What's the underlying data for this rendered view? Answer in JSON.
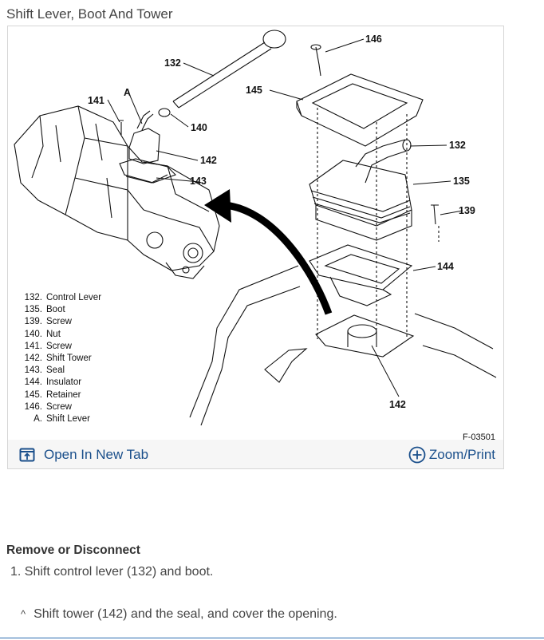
{
  "page": {
    "title": "Shift Lever, Boot And Tower"
  },
  "figure": {
    "callouts": {
      "c132_left": "132",
      "c141": "141",
      "cA": "A",
      "c140": "140",
      "c142_left": "142",
      "c143": "143",
      "c145": "145",
      "c146": "146",
      "c132_right": "132",
      "c135": "135",
      "c139": "139",
      "c144": "144",
      "c142_bottom": "142"
    },
    "legend": [
      {
        "num": "132.",
        "label": "Control Lever"
      },
      {
        "num": "135.",
        "label": "Boot"
      },
      {
        "num": "139.",
        "label": "Screw"
      },
      {
        "num": "140.",
        "label": "Nut"
      },
      {
        "num": "141.",
        "label": "Screw"
      },
      {
        "num": "142.",
        "label": "Shift Tower"
      },
      {
        "num": "143.",
        "label": "Seal"
      },
      {
        "num": "144.",
        "label": "Insulator"
      },
      {
        "num": "145.",
        "label": "Retainer"
      },
      {
        "num": "146.",
        "label": "Screw"
      },
      {
        "num": "A.",
        "label": "Shift Lever"
      }
    ],
    "figure_id": "F-03501"
  },
  "toolbar": {
    "open_tab_label": "Open In New Tab",
    "zoom_print_label": "Zoom/Print",
    "link_color": "#1a4f8b"
  },
  "content": {
    "heading": "Remove or Disconnect",
    "step_1": "1. Shift control lever (132) and boot.",
    "sub_caret": "^",
    "sub_step": "Shift tower (142) and the seal, and cover the opening."
  },
  "icons": {
    "open_tab": "open-in-new-tab-icon",
    "zoom": "zoom-plus-icon"
  }
}
